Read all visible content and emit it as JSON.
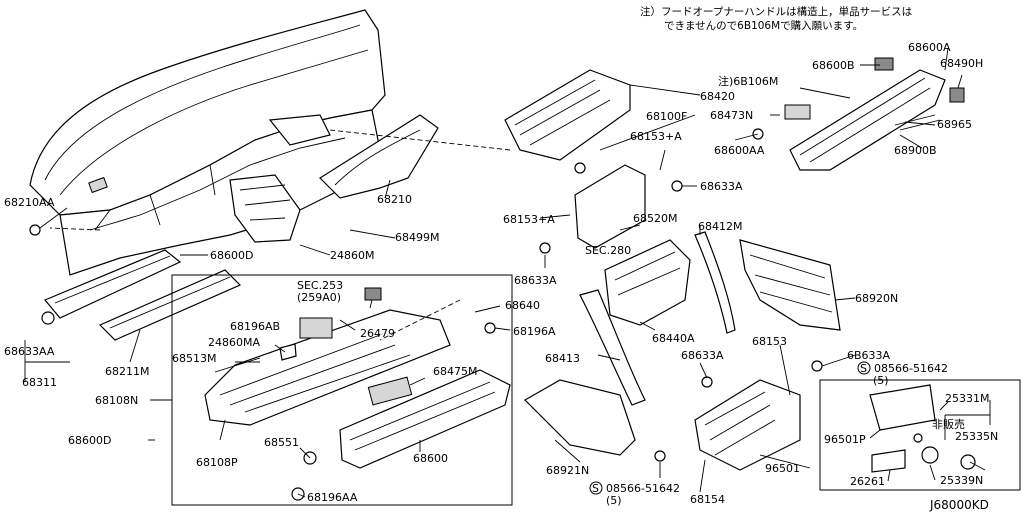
{
  "note": {
    "line1": "注）フードオープナーハンドルは構造上，単品サービスは",
    "line2": "できませんので6B106Mで購入願います。"
  },
  "diagram_code": "J68000KD",
  "labels": {
    "p68600A": "68600A",
    "p68600B": "68600B",
    "p68490H": "68490H",
    "p6B106M": "注)6B106M",
    "p68420": "68420",
    "p68100F": "68100F",
    "p68473N": "68473N",
    "p68965": "68965",
    "p68600AA": "68600AA",
    "p68900B": "68900B",
    "p68153A_top": "68153+A",
    "p68633A_r1": "68633A",
    "p68210AA": "68210AA",
    "p68210": "68210",
    "p68153A_mid": "68153+A",
    "p68520M": "68520M",
    "p68412M": "68412M",
    "pSEC280": "SEC.280",
    "p68499M": "68499M",
    "p24860M": "24860M",
    "p68600D_top": "68600D",
    "p68633A_mid": "68633A",
    "p68920N": "68920N",
    "pSEC253": "SEC.253",
    "p259A0": "(259A0)",
    "p68640": "68640",
    "p68196AB": "68196AB",
    "p26479": "26479",
    "p68196A": "68196A",
    "p68633AA": "68633AA",
    "p68211M": "68211M",
    "p24860MA": "24860MA",
    "p68440A": "68440A",
    "p68311": "68311",
    "p68513M": "68513M",
    "p68413": "68413",
    "p68153": "68153",
    "p6B633A": "6B633A",
    "p68633A_low": "68633A",
    "p08566_r": "08566-51642",
    "p08566_r_qty": "(5)",
    "p68475M": "68475M",
    "p68108N": "68108N",
    "p25331M": "25331M",
    "p_hibaihin": "非販売",
    "p25335N": "25335N",
    "p68600D_low": "68600D",
    "p68551": "68551",
    "p68600": "68600",
    "p96501P": "96501P",
    "p68108P": "68108P",
    "p68921N": "68921N",
    "p96501": "96501",
    "p25339N": "25339N",
    "p08566_b": "08566-51642",
    "p08566_b_qty": "(5)",
    "p68154": "68154",
    "p26261": "26261",
    "p68196AA": "68196AA"
  },
  "colors": {
    "ink": "#000000",
    "paper": "#ffffff",
    "shade": "#d6d6d6"
  }
}
